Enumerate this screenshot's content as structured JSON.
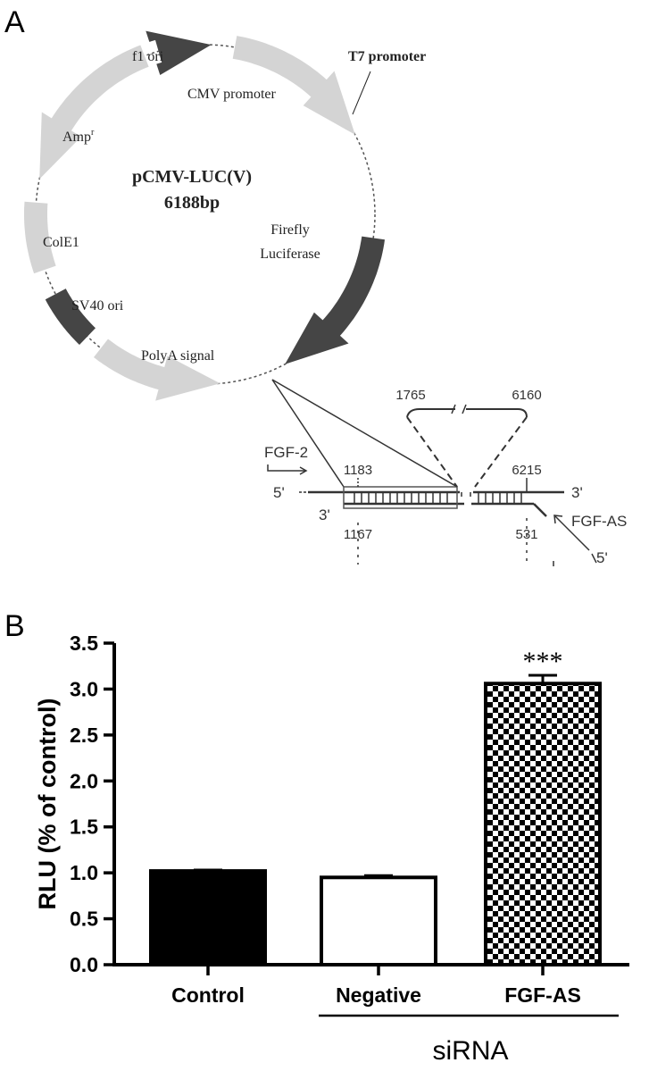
{
  "panels": {
    "a": "A",
    "b": "B"
  },
  "plasmid": {
    "name": "pCMV-LUC(V)",
    "size": "6188bp",
    "features": {
      "f1_ori": "f1 ori",
      "cmv_promoter": "CMV promoter",
      "t7_promoter": "T7 promoter",
      "amp": "Amp",
      "amp_sup": "r",
      "cole1": "ColE1",
      "firefly": "Firefly",
      "luciferase": "Luciferase",
      "sv40_ori": "SV40 ori",
      "polya": "PolyA signal"
    }
  },
  "construct": {
    "fgf2": "FGF-2",
    "fgfas": "FGF-AS",
    "top5": "5'",
    "top3": "3'",
    "bot3": "3'",
    "bot5": "5'",
    "pos_1765": "1765",
    "pos_6160": "6160",
    "pos_1183": "1183",
    "pos_6215": "6215",
    "pos_1167": "1167",
    "pos_531": "531"
  },
  "chart_data": {
    "type": "bar",
    "categories": [
      "Control",
      "Negative",
      "FGF-AS"
    ],
    "values": [
      1.02,
      0.95,
      3.06
    ],
    "errors": [
      0.01,
      0.02,
      0.09
    ],
    "ylabel": "RLU (% of control)",
    "ylim": [
      0.0,
      3.5
    ],
    "yticks": [
      "0.0",
      "0.5",
      "1.0",
      "1.5",
      "2.0",
      "2.5",
      "3.0",
      "3.5"
    ],
    "group_label": "siRNA",
    "significance": "***",
    "fills": [
      "solid-black",
      "white",
      "checkerboard"
    ]
  }
}
